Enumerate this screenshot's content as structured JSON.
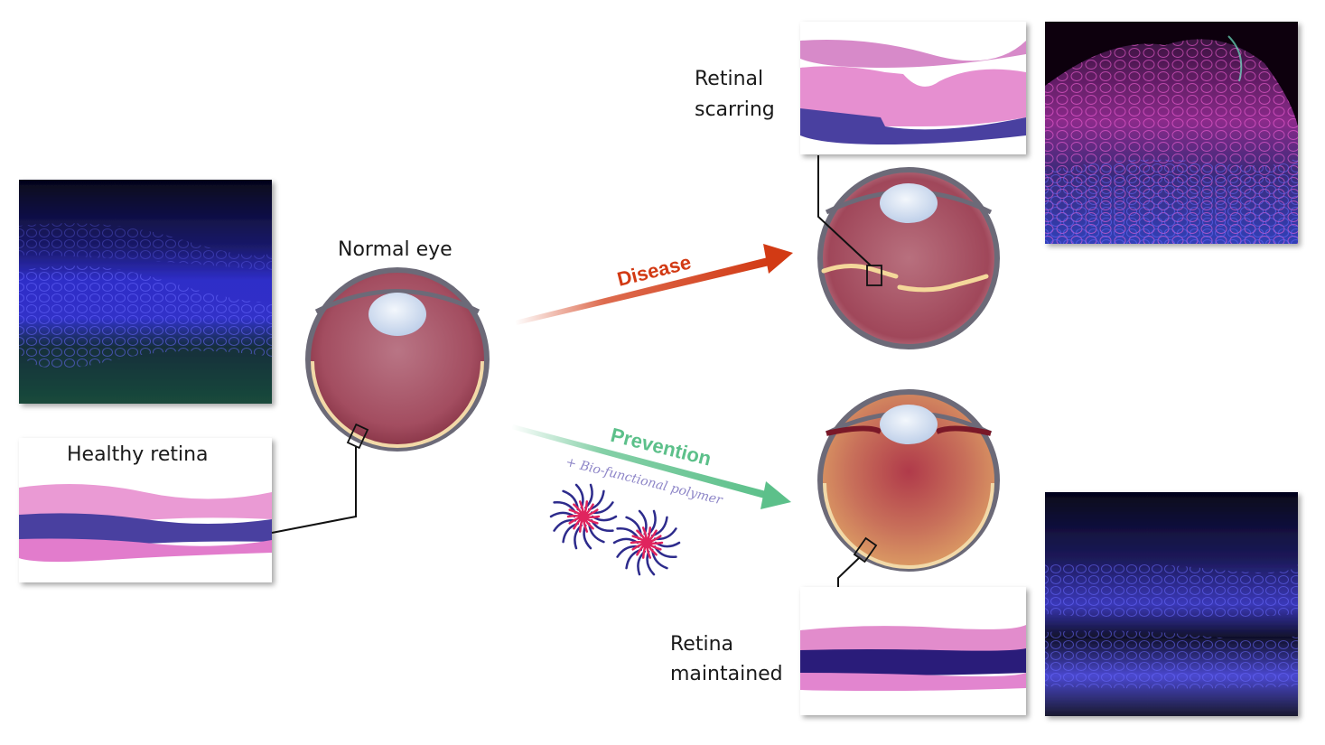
{
  "labels": {
    "normal_eye": "Normal eye",
    "healthy_retina": "Healthy retina",
    "retinal_scarring_line1": "Retinal",
    "retinal_scarring_line2": "scarring",
    "retina_maintained_line1": "Retina",
    "retina_maintained_line2": "maintained",
    "disease": "Disease",
    "prevention": "Prevention",
    "polymer": "+ Bio-functional polymer"
  },
  "colors": {
    "disease_arrow": "#d23a14",
    "prevention_arrow": "#5cc08a",
    "polymer_text": "#8e86c8",
    "eye_outline": "#6c6a78",
    "eye_interior": "#a8485a",
    "lens": "#dde8f6",
    "retina_line": "#f2d9a8",
    "scar": "#f4d89a",
    "polymer_core": "#e0245e",
    "polymer_arms": "#2d2b8c",
    "he_pink": "#e887c9",
    "he_purple": "#3a2a8a",
    "fluor_blue": "#2f2ec8",
    "fluor_green": "#1f5a3a",
    "fluor_magenta": "#c02a9a"
  },
  "icons": {
    "eye": "eye-cross-section-icon",
    "polymer": "star-polymer-icon"
  }
}
